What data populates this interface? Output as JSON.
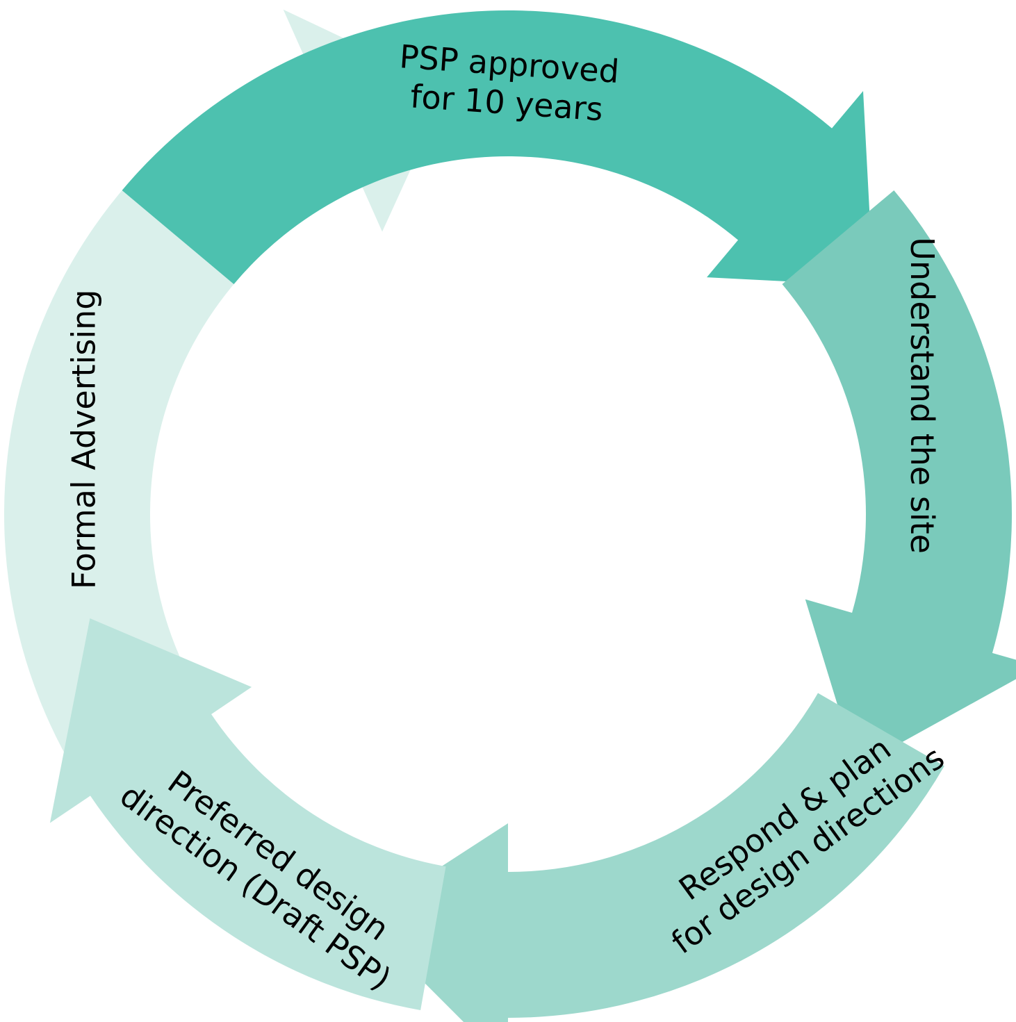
{
  "diagram": {
    "type": "cycle",
    "direction": "clockwise",
    "steps": [
      {
        "id": "psp-approved",
        "lines": [
          "PSP approved",
          "for 10 years"
        ],
        "color": "#4dc1af"
      },
      {
        "id": "understand-site",
        "lines": [
          "Understand the site"
        ],
        "color": "#7acabb"
      },
      {
        "id": "respond-plan",
        "lines": [
          "Respond & plan",
          "for design directions"
        ],
        "color": "#9dd8cc"
      },
      {
        "id": "preferred-design",
        "lines": [
          "Preferred design",
          "direction (Draft PSP)"
        ],
        "color": "#bbe4dc"
      },
      {
        "id": "formal-advertising",
        "lines": [
          "Formal Advertising"
        ],
        "color": "#daf0eb"
      }
    ]
  }
}
